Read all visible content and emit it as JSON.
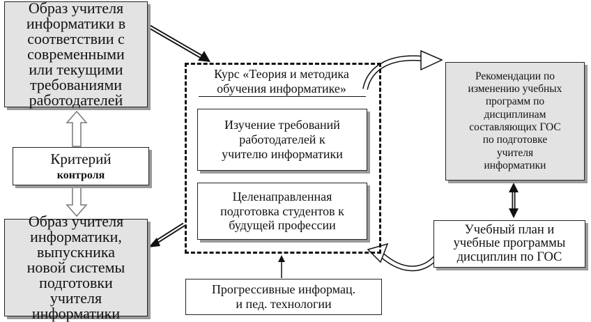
{
  "nodes": {
    "top_left": "Образ учителя\nинформатики в\nсоответствии  с\nсовременными\nили текущими\nтребованиями\nработодателей",
    "bottom_left": "Образ учителя\nинформатики,\nвыпускника\nновой системы\nподготовки\nучителя\nинформатики",
    "criterion_line1": "Критерий",
    "criterion_line2": "контроля",
    "course_title": "Курс «Теория и методика\nобучения информатике»",
    "study": "Изучение требований\nработодателей к\nучителю информатики",
    "training": "Целенаправленная\nподготовка студентов к\nбудущей профессии",
    "technologies": "Прогрессивные информац.\nи пед. технологии",
    "recommendations": "Рекомендации по\nизменению учебных\nпрограмм по\nдисциплинам\nсоставляющих ГОС\nпо подготовке\nучителя\nинформатики",
    "plan": "Учебный план и\nучебные программы\nдисциплин по ГОС"
  },
  "colors": {
    "grey_fill": "#e3e3e3",
    "shadow": "#9a9a9a",
    "stroke": "#111111"
  }
}
